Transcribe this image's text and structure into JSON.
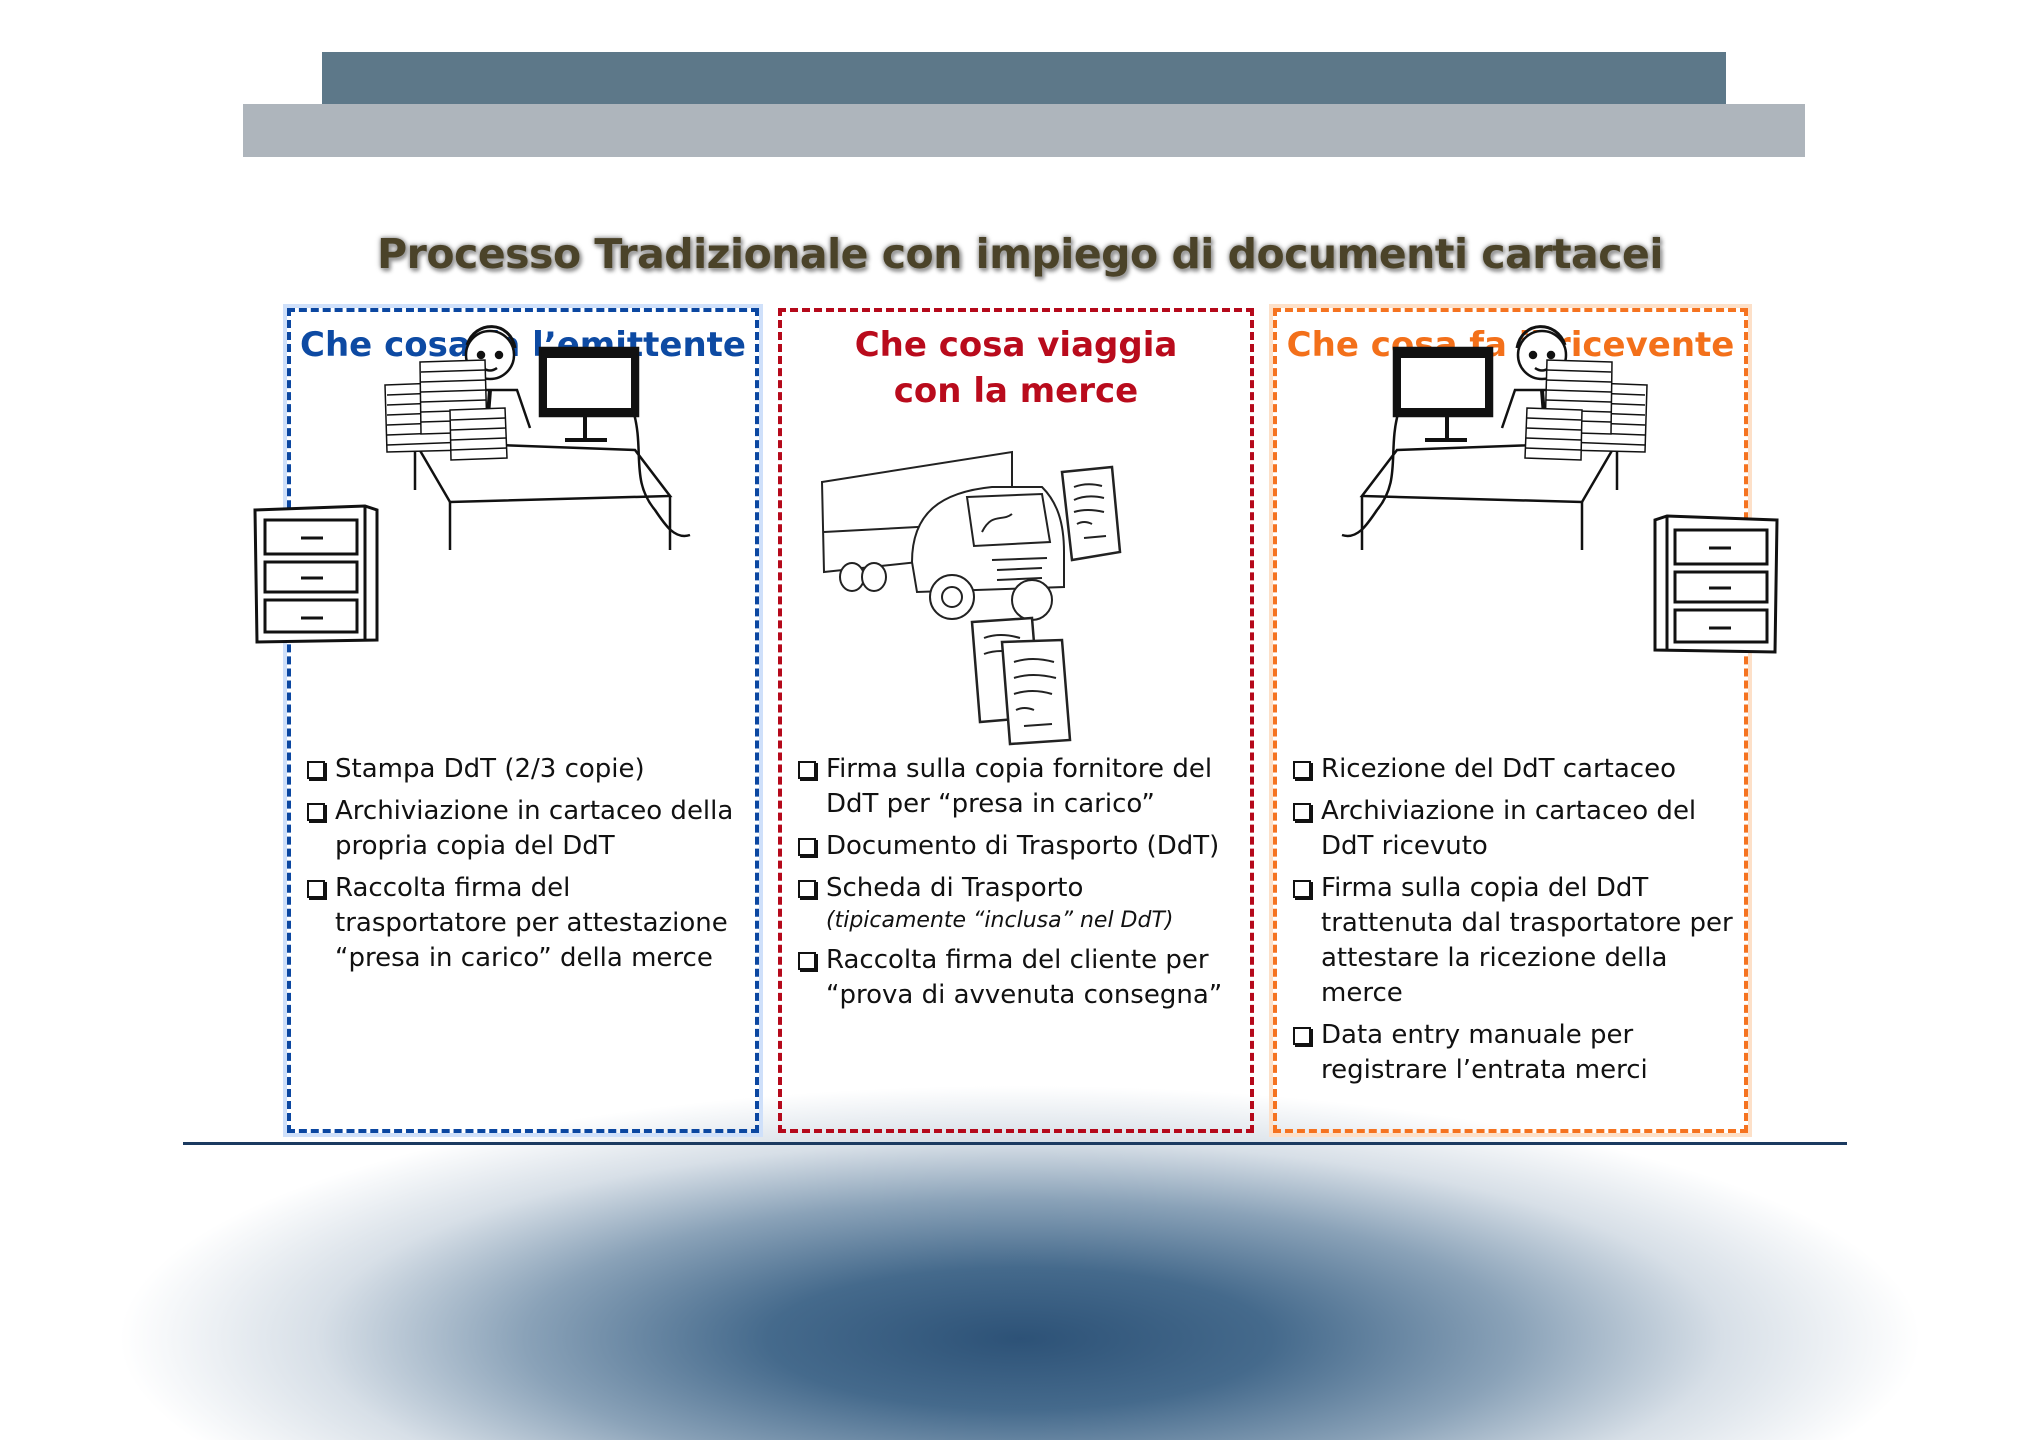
{
  "header": {
    "bar_dark_color": "#5d7889",
    "bar_light_color": "#aeb5bc"
  },
  "title": "Processo Tradizionale con impiego di documenti cartacei",
  "columns": [
    {
      "heading": "Che cosa fa l’emittente",
      "color": "#0d4aa3",
      "illustration": "office-worker-desk-with-paper-stacks-and-filing-cabinet",
      "items": [
        {
          "text": "Stampa DdT (2/3 copie)"
        },
        {
          "text": "Archiviazione in cartaceo della propria copia del DdT"
        },
        {
          "text": "Raccolta firma del trasportatore per attestazione “presa in carico” della merce"
        }
      ]
    },
    {
      "heading_line1": "Che cosa viaggia",
      "heading_line2": "con la merce",
      "color": "#b90b1c",
      "illustration": "truck-with-paper-documents",
      "items": [
        {
          "text": "Firma sulla copia fornitore del DdT per “presa in carico”"
        },
        {
          "text": "Documento di Trasporto (DdT)"
        },
        {
          "text": "Scheda di Trasporto",
          "note": "(tipicamente “inclusa” nel DdT)"
        },
        {
          "text": "Raccolta firma del cliente per “prova di avvenuta consegna”"
        }
      ]
    },
    {
      "heading": "Che cosa fa il ricevente",
      "color": "#f3701a",
      "illustration": "office-worker-desk-with-paper-stacks-and-filing-cabinet",
      "items": [
        {
          "text": "Ricezione del DdT cartaceo"
        },
        {
          "text": "Archiviazione in cartaceo del DdT ricevuto"
        },
        {
          "text": "Firma sulla copia del DdT trattenuta dal trasportatore per attestare la ricezione della merce"
        },
        {
          "text": "Data entry manuale per registrare l’entrata merci"
        }
      ]
    }
  ]
}
